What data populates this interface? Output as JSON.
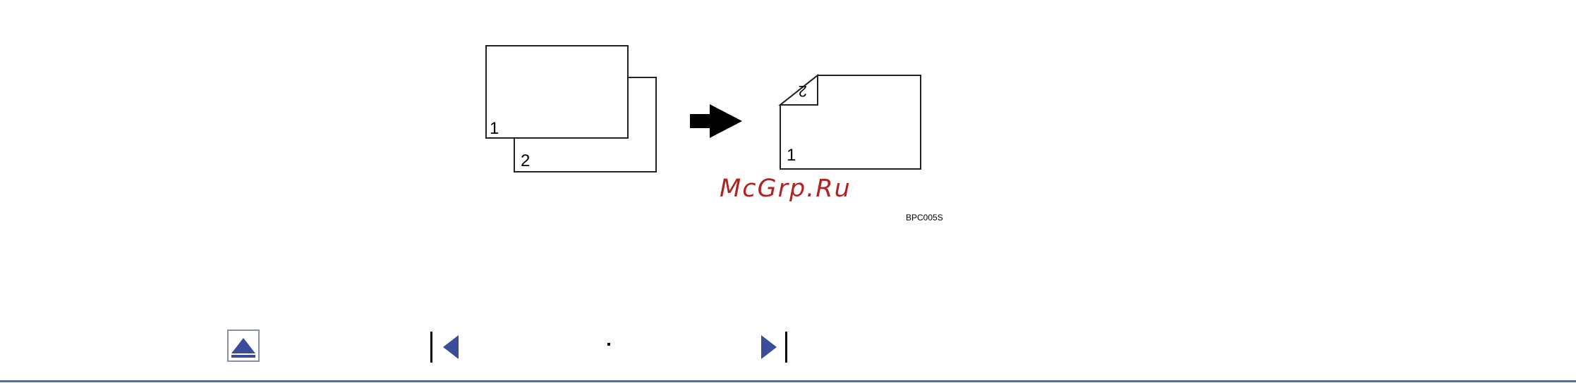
{
  "figure": {
    "stack_page_front": "1",
    "stack_page_back": "2",
    "result_page_front": "1",
    "result_page_back": "2",
    "code": "BPC005S"
  },
  "watermark": "McGrp.Ru",
  "navigation": {
    "top_icon": "arrow-up-icon",
    "prev_icon": "previous-page-icon",
    "next_icon": "next-page-icon"
  },
  "colors": {
    "watermark": "#b22222",
    "rule": "#5b6a8a",
    "nav_icon": "#3b4d9a"
  }
}
